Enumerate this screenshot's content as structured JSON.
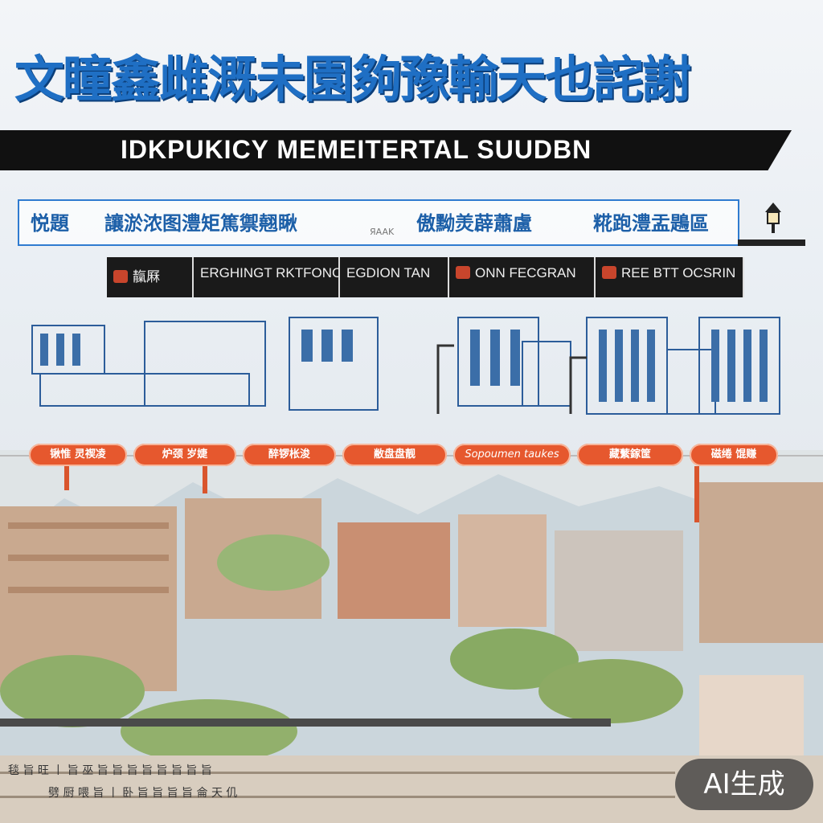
{
  "title": "文瞳鑫雌溉未園夠豫輸天也詫謝",
  "banner": "IDKPUKICY MEMEITERTAL SUUDBN",
  "info_strip": {
    "segments": [
      "悦題",
      "讓淤浓图澧矩篤禦翹瞅",
      "傲黝羙薜蕭盧",
      "糀跑澧盂鶗區"
    ],
    "small_note": "ЯAAK"
  },
  "category_tabs": [
    {
      "label": "靝厤"
    },
    {
      "label": "ERGHINGT RKTFONC"
    },
    {
      "label": "EGDION TAN"
    },
    {
      "label": "ONN FECGRAN"
    },
    {
      "label": "REE BTT OCSRIN"
    }
  ],
  "timeline_pills": [
    "锹惟 灵禊凌",
    "炉颈 岁婕",
    "醉锣枨浚",
    "敝盘盘靓",
    "Sopoumen taukes",
    "藏蘩鎵筐",
    "磁绻 馄赚"
  ],
  "caption_row_1": "毯 旨 旺 丨 旨 巫 旨 旨 旨 旨 旨 旨 旨 旨",
  "caption_row_2": "劈 厨 喂 旨 丨 卧 旨 旨 旨 旨 侖 天 仉",
  "badge": "AI生成",
  "colors": {
    "accent_blue": "#1f6fc4",
    "accent_orange": "#e6582e",
    "banner_black": "#111111"
  }
}
